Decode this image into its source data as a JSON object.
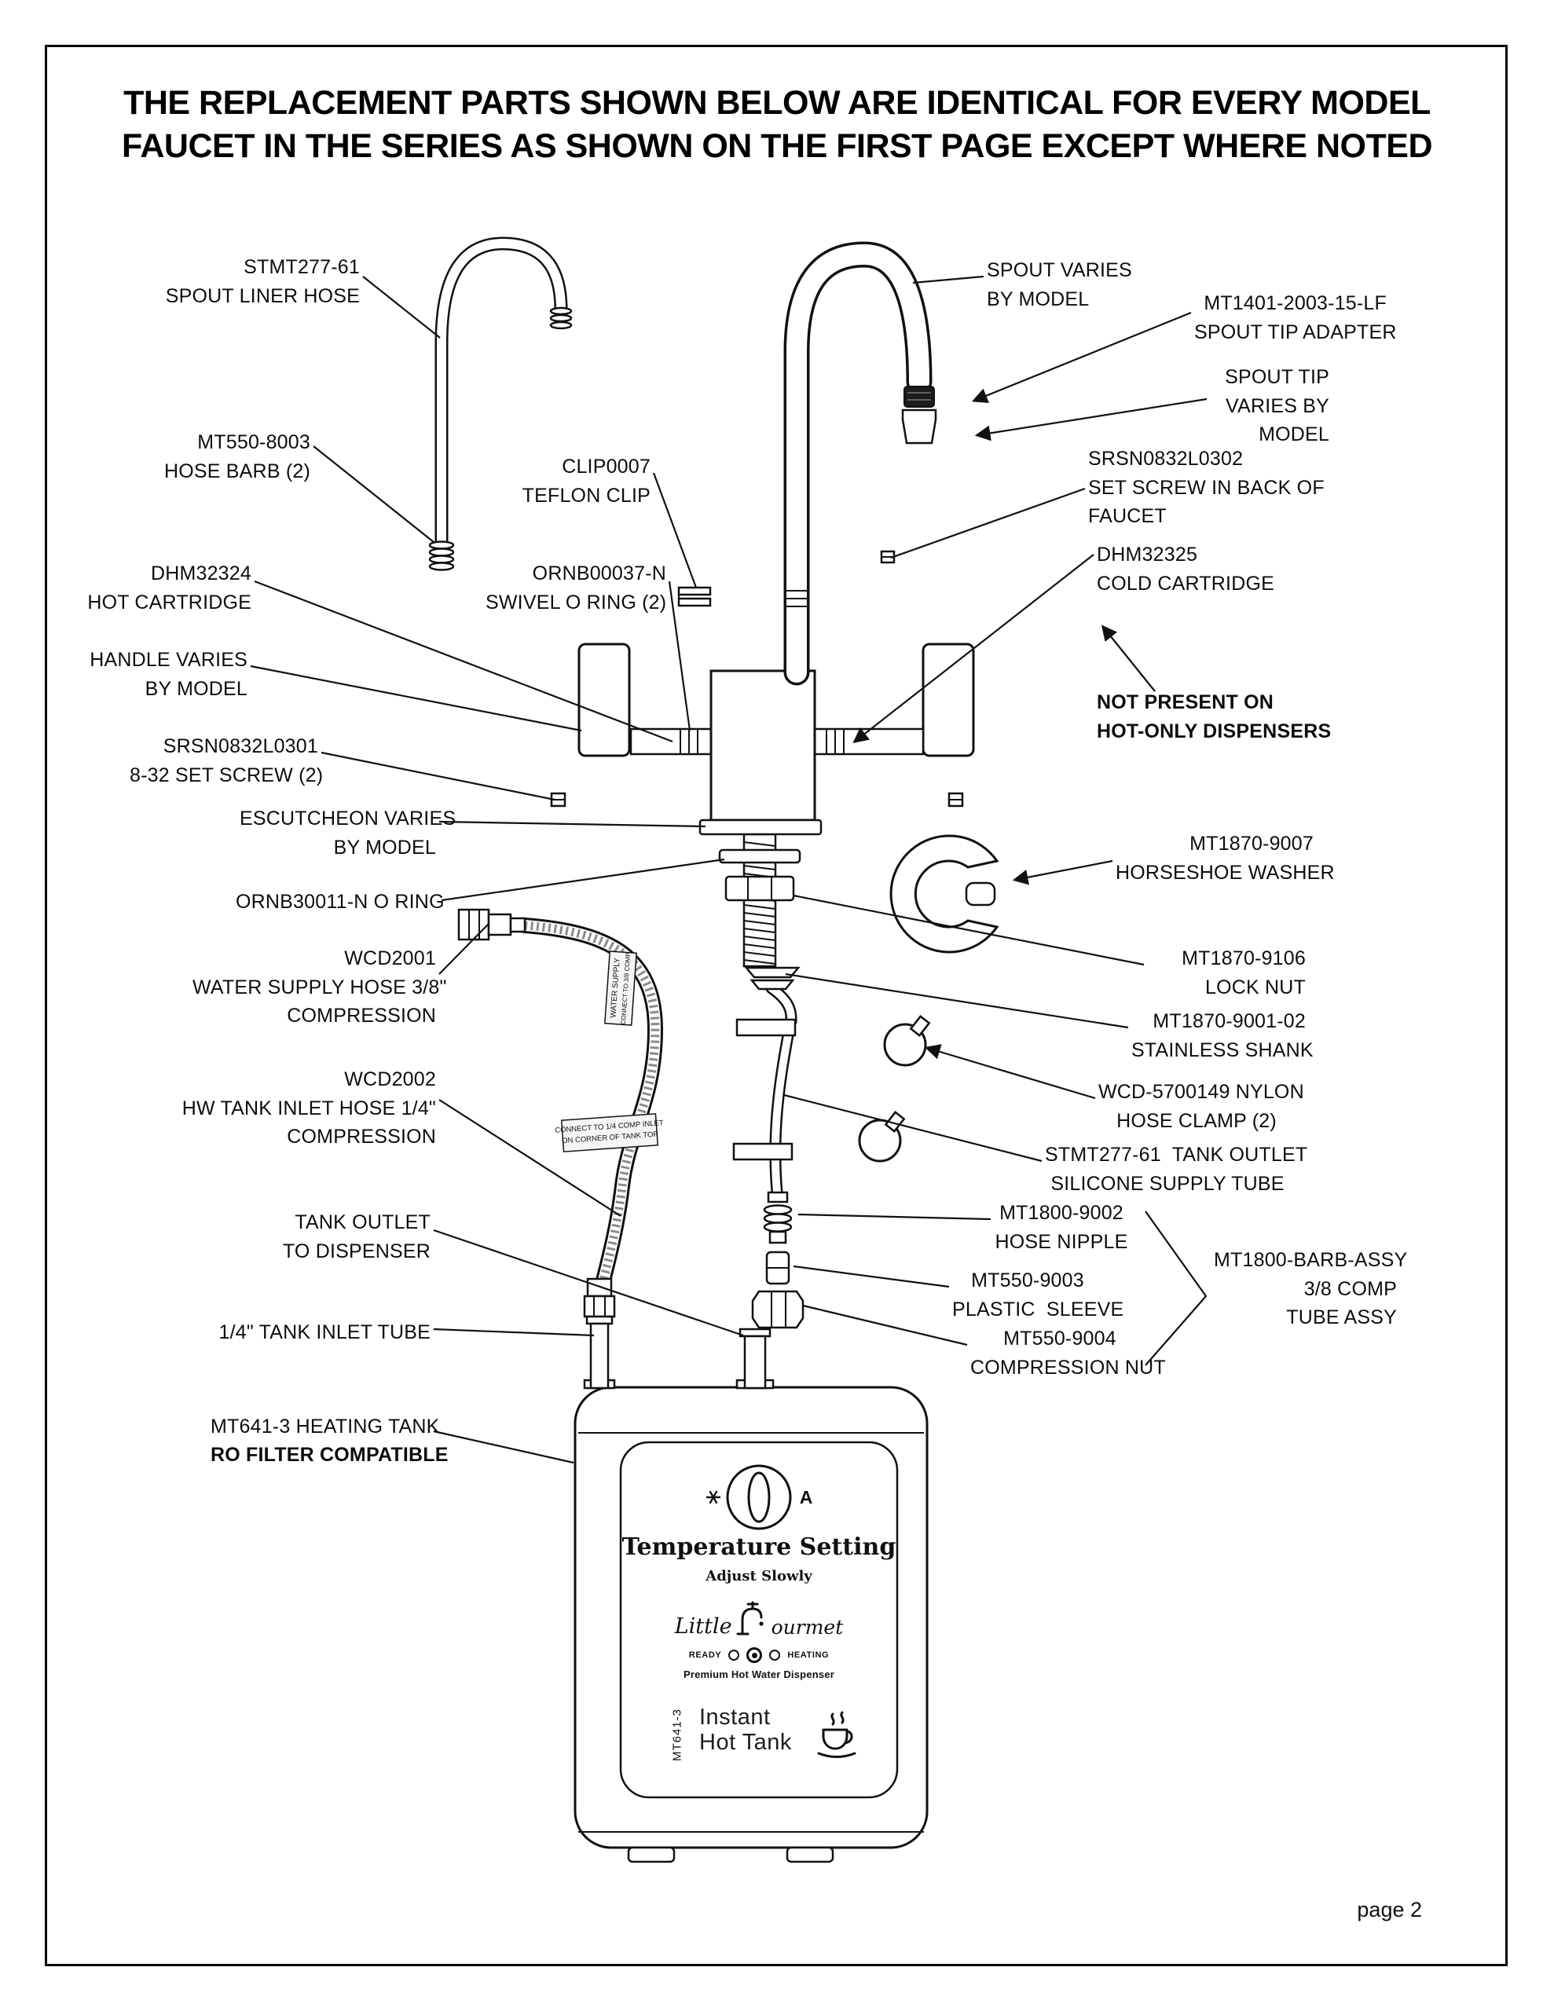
{
  "title": {
    "line1": "THE REPLACEMENT PARTS SHOWN BELOW ARE IDENTICAL FOR EVERY MODEL",
    "line2": "FAUCET IN THE SERIES AS SHOWN ON THE FIRST PAGE EXCEPT WHERE NOTED"
  },
  "page_label": "page 2",
  "labels": {
    "spout_liner": "STMT277-61\nSPOUT LINER HOSE",
    "hose_barb": "MT550-8003\nHOSE BARB (2)",
    "hot_cartridge": "DHM32324\nHOT CARTRIDGE",
    "handle_varies": "HANDLE VARIES\nBY MODEL",
    "set_screw_1": "SRSN0832L0301\n8-32 SET SCREW (2)",
    "escutcheon": "ESCUTCHEON VARIES\nBY MODEL",
    "o_ring": "ORNB30011-N O RING",
    "wcd2001": "WCD2001\nWATER SUPPLY HOSE 3/8\"\nCOMPRESSION",
    "wcd2002": "WCD2002\nHW TANK INLET HOSE 1/4\"\nCOMPRESSION",
    "tank_outlet": "TANK OUTLET\nTO DISPENSER",
    "tank_inlet_tube": "1/4\" TANK INLET TUBE",
    "heating_tank": "MT641-3 HEATING TANK",
    "heating_tank_bold": "RO FILTER COMPATIBLE",
    "clip": "CLIP0007\nTEFLON CLIP",
    "swivel_o_ring": "ORNB00037-N\nSWIVEL O RING (2)",
    "spout_varies": "SPOUT VARIES\nBY MODEL",
    "tip_adapter": "MT1401-2003-15-LF\nSPOUT TIP ADAPTER",
    "spout_tip_varies": "SPOUT TIP\nVARIES BY\nMODEL",
    "set_screw_back": "SRSN0832L0302\nSET SCREW IN BACK OF\nFAUCET",
    "cold_cartridge": "DHM32325\nCOLD CARTRIDGE",
    "not_present": "NOT PRESENT ON\nHOT-ONLY DISPENSERS",
    "horseshoe": "MT1870-9007\nHORSESHOE WASHER",
    "lock_nut": "MT1870-9106\nLOCK NUT",
    "stainless_shank": "MT1870-9001-02\nSTAINLESS SHANK",
    "hose_clamp": "WCD-5700149 NYLON\nHOSE CLAMP (2)",
    "silicone_tube": "STMT277-61  TANK OUTLET\nSILICONE SUPPLY TUBE",
    "hose_nipple": "MT1800-9002\nHOSE NIPPLE",
    "plastic_sleeve": "MT550-9003\nPLASTIC  SLEEVE",
    "compression_nut": "MT550-9004\nCOMPRESSION NUT",
    "barb_assy": "MT1800-BARB-ASSY\n3/8 COMP\nTUBE ASSY"
  },
  "hose_tags": {
    "supply_line1": "WATER SUPPLY",
    "supply_line2": "CONNECT TO 3/8 COMP",
    "inlet_line1": "CONNECT TO 1/4 COMP INLET",
    "inlet_line2": "ON CORNER OF TANK TOP"
  },
  "tank": {
    "temperature_setting": "Temperature Setting",
    "adjust_slowly": "Adjust Slowly",
    "brand_first": "Little",
    "brand_second": "ourmet",
    "ready": "READY",
    "heating": "HEATING",
    "premium": "Premium Hot Water Dispenser",
    "model_vertical": "MT641-3",
    "instant": "Instant",
    "hot_tank": "Hot Tank",
    "dial_symbol_right": "A"
  },
  "colors": {
    "ink": "#111111"
  }
}
